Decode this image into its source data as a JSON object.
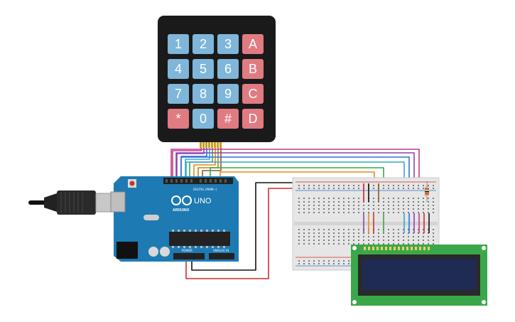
{
  "keypad": {
    "keys": [
      [
        "1",
        "2",
        "3",
        "A"
      ],
      [
        "4",
        "5",
        "6",
        "B"
      ],
      [
        "7",
        "8",
        "9",
        "C"
      ],
      [
        "*",
        "0",
        "#",
        "D"
      ]
    ],
    "colors": {
      "body": "#1a1a1a",
      "digit_key": "#7fb6d9",
      "letter_key": "#e07b82"
    }
  },
  "arduino": {
    "brand_label": "ARDUINO",
    "model_label": "UNO",
    "digital_label": "DIGITAL (PWM~)",
    "power_label": "POWER",
    "analog_label": "ANALOG IN",
    "colors": {
      "board": "#1e7ab3",
      "chip": "#222222"
    }
  },
  "lcd": {
    "colors": {
      "pcb": "#3aa84a",
      "screen": "#1f2b52"
    }
  },
  "wire_colors": [
    "#c0398f",
    "#8e44ad",
    "#2f6fd6",
    "#35a8c9",
    "#3aa84a",
    "#e58a1f",
    "#b8860b",
    "#8b5a2b",
    "#d62828",
    "#111111"
  ]
}
